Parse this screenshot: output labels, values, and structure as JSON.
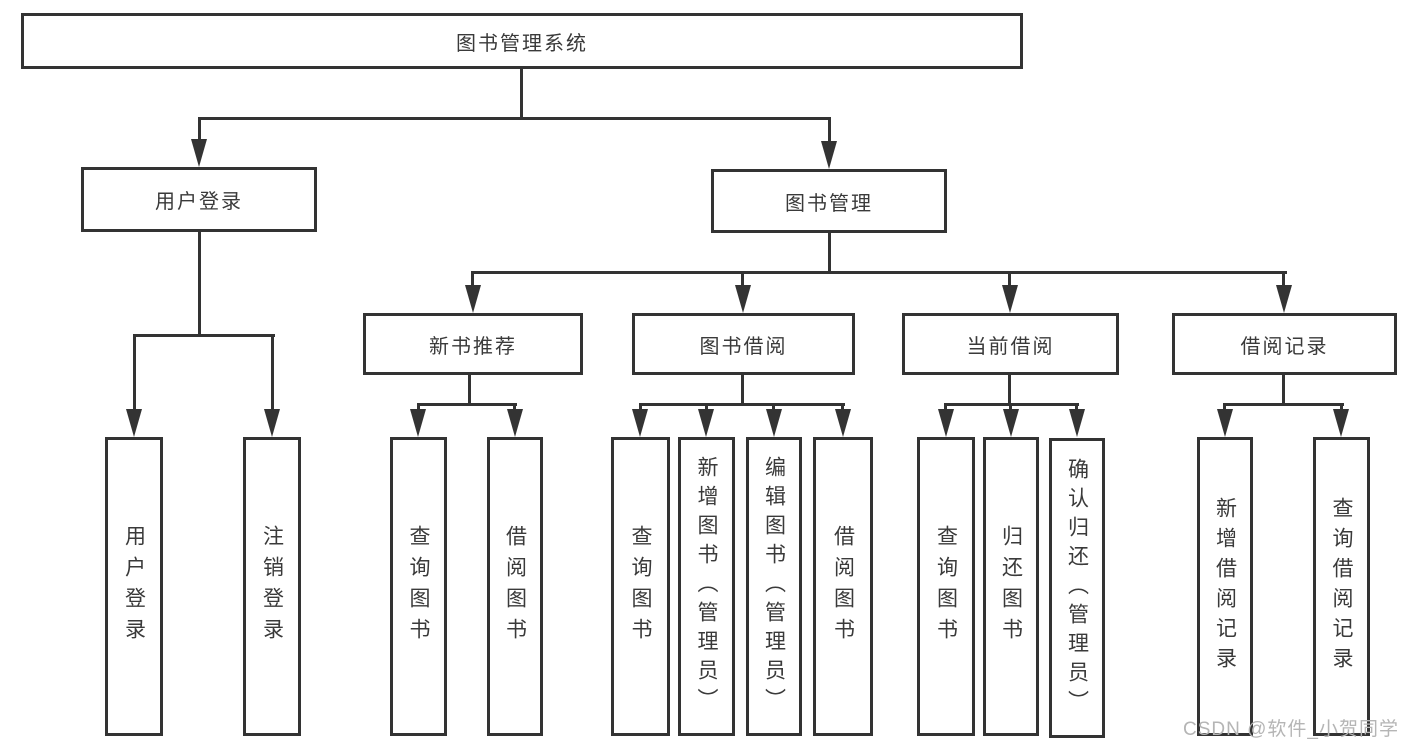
{
  "nodes": {
    "root": {
      "label": "图书管理系统"
    },
    "user_login": {
      "label": "用户登录"
    },
    "book_mgmt": {
      "label": "图书管理"
    },
    "new_book_rec": {
      "label": "新书推荐"
    },
    "book_borrow": {
      "label": "图书借阅"
    },
    "current_borrow": {
      "label": "当前借阅"
    },
    "borrow_record": {
      "label": "借阅记录"
    },
    "leaf_user_login": {
      "label": "用户登录"
    },
    "leaf_logout": {
      "label": "注销登录"
    },
    "leaf_nb_query": {
      "label": "查询图书"
    },
    "leaf_nb_borrow": {
      "label": "借阅图书"
    },
    "leaf_bb_query": {
      "label": "查询图书"
    },
    "leaf_bb_add": {
      "label": "新增图书（管理员）"
    },
    "leaf_bb_edit": {
      "label": "编辑图书（管理员）"
    },
    "leaf_bb_borrow": {
      "label": "借阅图书"
    },
    "leaf_cb_query": {
      "label": "查询图书"
    },
    "leaf_cb_return": {
      "label": "归还图书"
    },
    "leaf_cb_confirm": {
      "label": "确认归还（管理员）"
    },
    "leaf_br_add": {
      "label": "新增借阅记录"
    },
    "leaf_br_query": {
      "label": "查询借阅记录"
    }
  },
  "hierarchy": [
    {
      "parent": "图书管理系统",
      "children": [
        "用户登录",
        "图书管理"
      ]
    },
    {
      "parent": "用户登录",
      "children": [
        "用户登录",
        "注销登录"
      ]
    },
    {
      "parent": "图书管理",
      "children": [
        "新书推荐",
        "图书借阅",
        "当前借阅",
        "借阅记录"
      ]
    },
    {
      "parent": "新书推荐",
      "children": [
        "查询图书",
        "借阅图书"
      ]
    },
    {
      "parent": "图书借阅",
      "children": [
        "查询图书",
        "新增图书（管理员）",
        "编辑图书（管理员）",
        "借阅图书"
      ]
    },
    {
      "parent": "当前借阅",
      "children": [
        "查询图书",
        "归还图书",
        "确认归还（管理员）"
      ]
    },
    {
      "parent": "借阅记录",
      "children": [
        "新增借阅记录",
        "查询借阅记录"
      ]
    }
  ],
  "watermark": {
    "text": "CSDN @软件_小贺同学"
  },
  "colors": {
    "line": "#333333",
    "text": "#3a3a3a",
    "background": "#ffffff",
    "watermark": "#b5b5b5"
  }
}
